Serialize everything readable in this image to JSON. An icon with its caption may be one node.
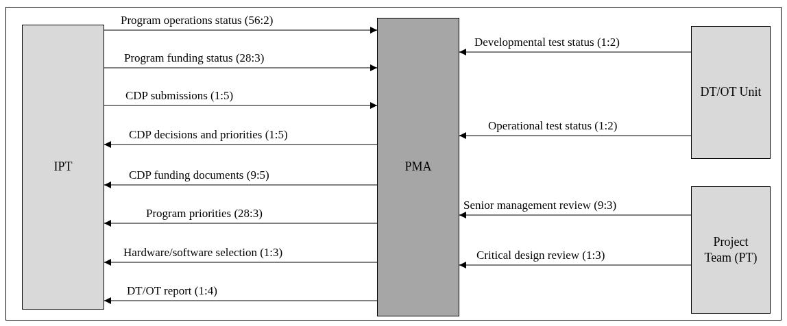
{
  "diagram": {
    "nodes": [
      {
        "text": [
          "IPT"
        ]
      },
      {
        "text": [
          "PMA"
        ]
      },
      {
        "text": [
          "DT/OT Unit"
        ]
      },
      {
        "text": [
          "Project Team (PT)"
        ]
      }
    ],
    "edges": [
      {
        "from": 0,
        "to": 1,
        "arrow": "to",
        "label": "Program operations status (56:2)"
      },
      {
        "from": 0,
        "to": 1,
        "arrow": "to",
        "label": "Program funding status (28:3)"
      },
      {
        "from": 0,
        "to": 1,
        "arrow": "to",
        "label": "CDP submissions (1:5)"
      },
      {
        "from": 1,
        "to": 0,
        "arrow": "to",
        "label": "CDP decisions and priorities (1:5)"
      },
      {
        "from": 1,
        "to": 0,
        "arrow": "to",
        "label": "CDP funding documents (9:5)"
      },
      {
        "from": 1,
        "to": 0,
        "arrow": "to",
        "label": "Program priorities (28:3)"
      },
      {
        "from": 1,
        "to": 0,
        "arrow": "to",
        "label": "Hardware/software selection (1:3)"
      },
      {
        "from": 1,
        "to": 0,
        "arrow": "to",
        "label": "DT/OT report (1:4)"
      },
      {
        "from": 2,
        "to": 1,
        "arrow": "to",
        "label": "Developmental test status (1:2)"
      },
      {
        "from": 2,
        "to": 1,
        "arrow": "to",
        "label": "Operational test status (1:2)"
      },
      {
        "from": 3,
        "to": 1,
        "arrow": "to",
        "label": "Senior management review (9:3)"
      },
      {
        "from": 3,
        "to": 1,
        "arrow": "to",
        "label": "Critical design review (1:3)"
      }
    ]
  }
}
